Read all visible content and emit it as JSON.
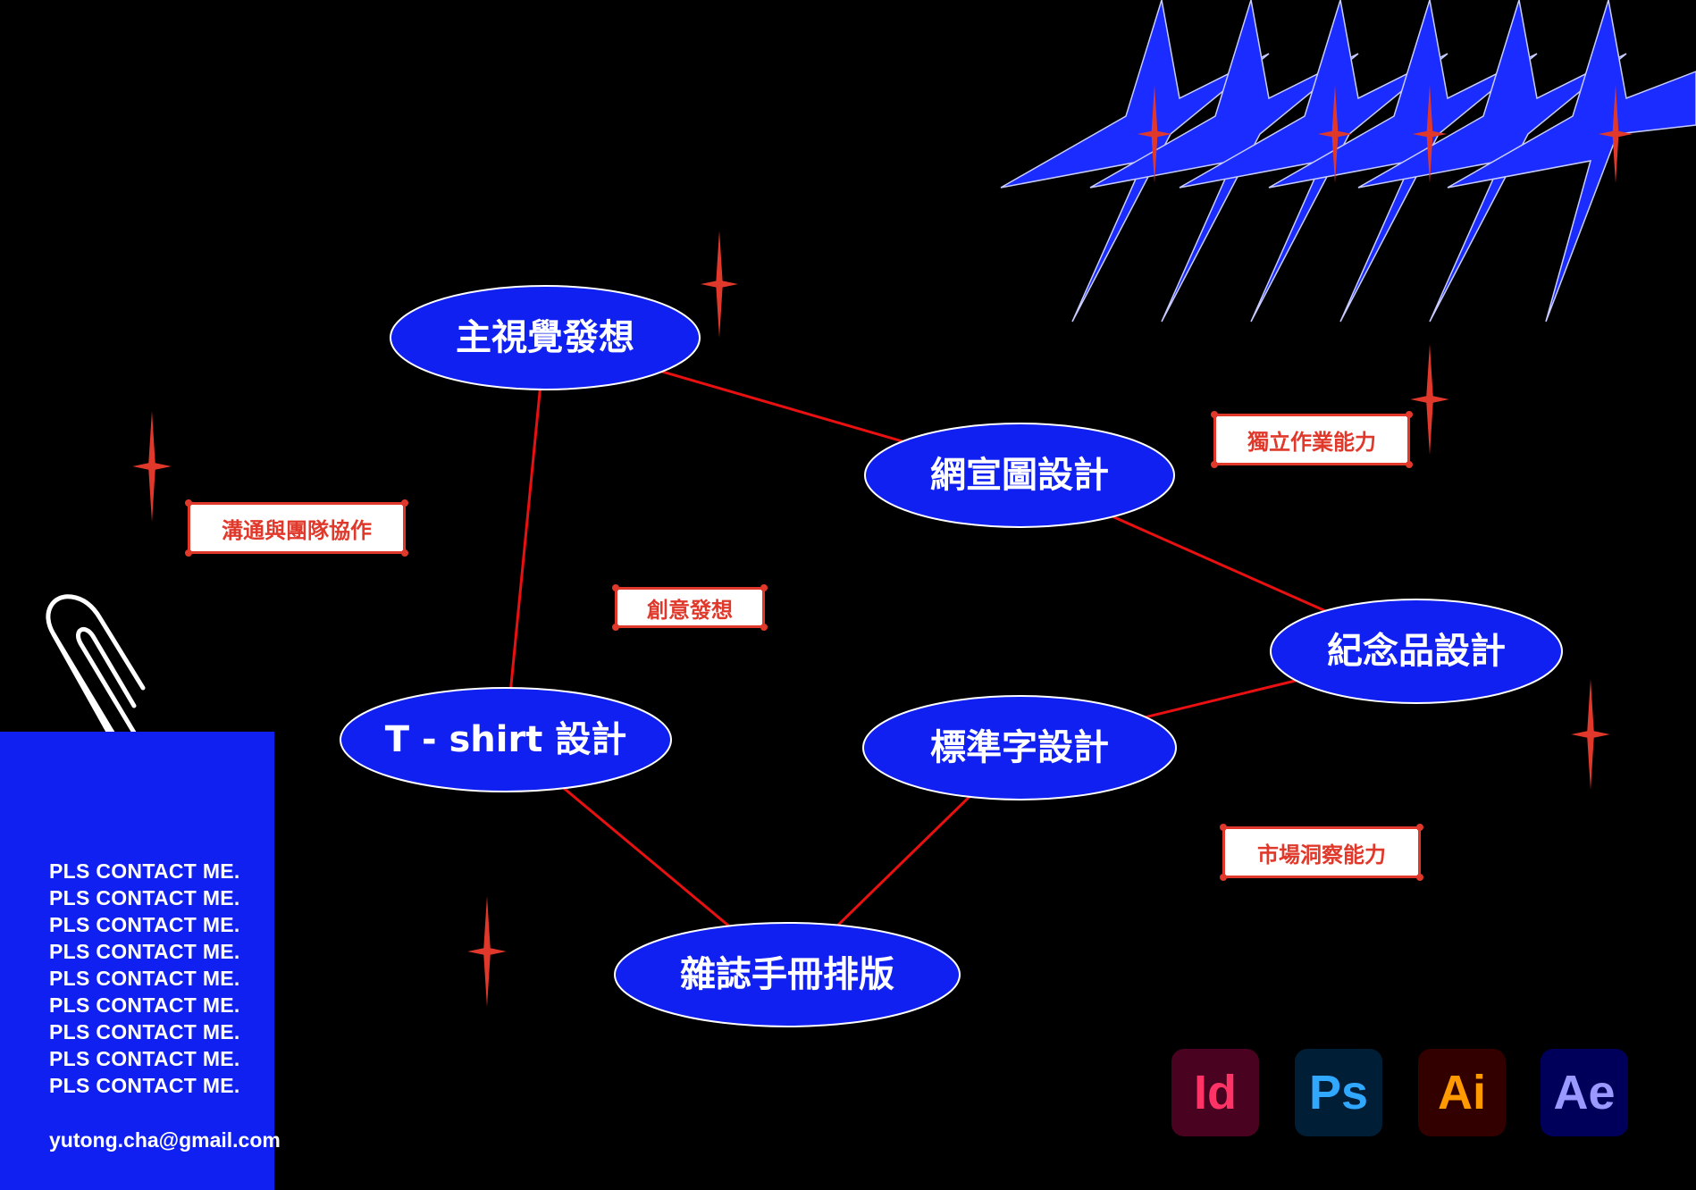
{
  "diagram": {
    "nodes": [
      {
        "id": "n1",
        "label": "主視覺發想"
      },
      {
        "id": "n2",
        "label": "網宣圖設計"
      },
      {
        "id": "n3",
        "label": "紀念品設計"
      },
      {
        "id": "n4",
        "label": "T - shirt 設計"
      },
      {
        "id": "n5",
        "label": "標準字設計"
      },
      {
        "id": "n6",
        "label": "雜誌手冊排版"
      }
    ],
    "edges": [
      [
        "n1",
        "n2"
      ],
      [
        "n1",
        "n4"
      ],
      [
        "n2",
        "n3"
      ],
      [
        "n3",
        "n5"
      ],
      [
        "n4",
        "n6"
      ],
      [
        "n5",
        "n6"
      ]
    ]
  },
  "tags": {
    "communication": "溝通與團隊協作",
    "creativity": "創意發想",
    "independent": "獨立作業能力",
    "market": "市場洞察能力"
  },
  "contact": {
    "lines": [
      "PLS CONTACT ME.",
      "PLS CONTACT ME.",
      "PLS CONTACT ME.",
      "PLS CONTACT ME.",
      "PLS CONTACT ME.",
      "PLS CONTACT ME.",
      "PLS CONTACT ME.",
      "PLS CONTACT ME.",
      "PLS CONTACT ME."
    ],
    "email": "yutong.cha@gmail.com"
  },
  "software": [
    {
      "abbr": "Id",
      "icon": "indesign-icon",
      "bg": "#49021f",
      "fg": "#ff3366"
    },
    {
      "abbr": "Ps",
      "icon": "photoshop-icon",
      "bg": "#001e36",
      "fg": "#31a8ff"
    },
    {
      "abbr": "Ai",
      "icon": "illustrator-icon",
      "bg": "#330000",
      "fg": "#ff9a00"
    },
    {
      "abbr": "Ae",
      "icon": "aftereffects-icon",
      "bg": "#00005b",
      "fg": "#9999ff"
    }
  ],
  "colors": {
    "background": "#000000",
    "accent_blue": "#1020f0",
    "accent_red": "#e0392b",
    "edge": "#e81010"
  }
}
